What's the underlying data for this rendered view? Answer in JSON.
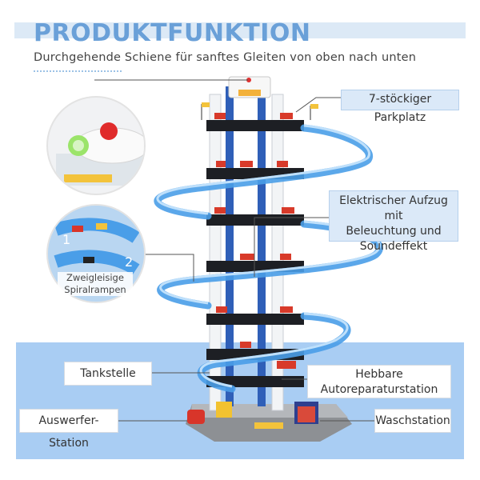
{
  "header": {
    "title": "PRODUKTFUNKTION",
    "subtitle": "Durchgehende Schiene für sanftes Gleiten von oben nach unten"
  },
  "callouts": {
    "parking": "7-stöckiger Parkplatz",
    "elevator_line1": "Elektrischer Aufzug mit",
    "elevator_line2": "Beleuchtung und",
    "elevator_line3": "Soundeffekt",
    "gas_station": "Tankstelle",
    "repair_line1": "Hebbare",
    "repair_line2": "Autoreparaturstation",
    "ejector": "Auswerfer-Station",
    "wash": "Waschstation"
  },
  "insets": {
    "spiral_caption_line1": "Zweigleisige",
    "spiral_caption_line2": "Spiralrampen"
  },
  "colors": {
    "title": "#6aa0d8",
    "title_band": "#dce9f6",
    "bottom_band": "#a9cdf3",
    "track_blue": "#4a9ee8",
    "pillar_blue": "#2f5fb8"
  }
}
